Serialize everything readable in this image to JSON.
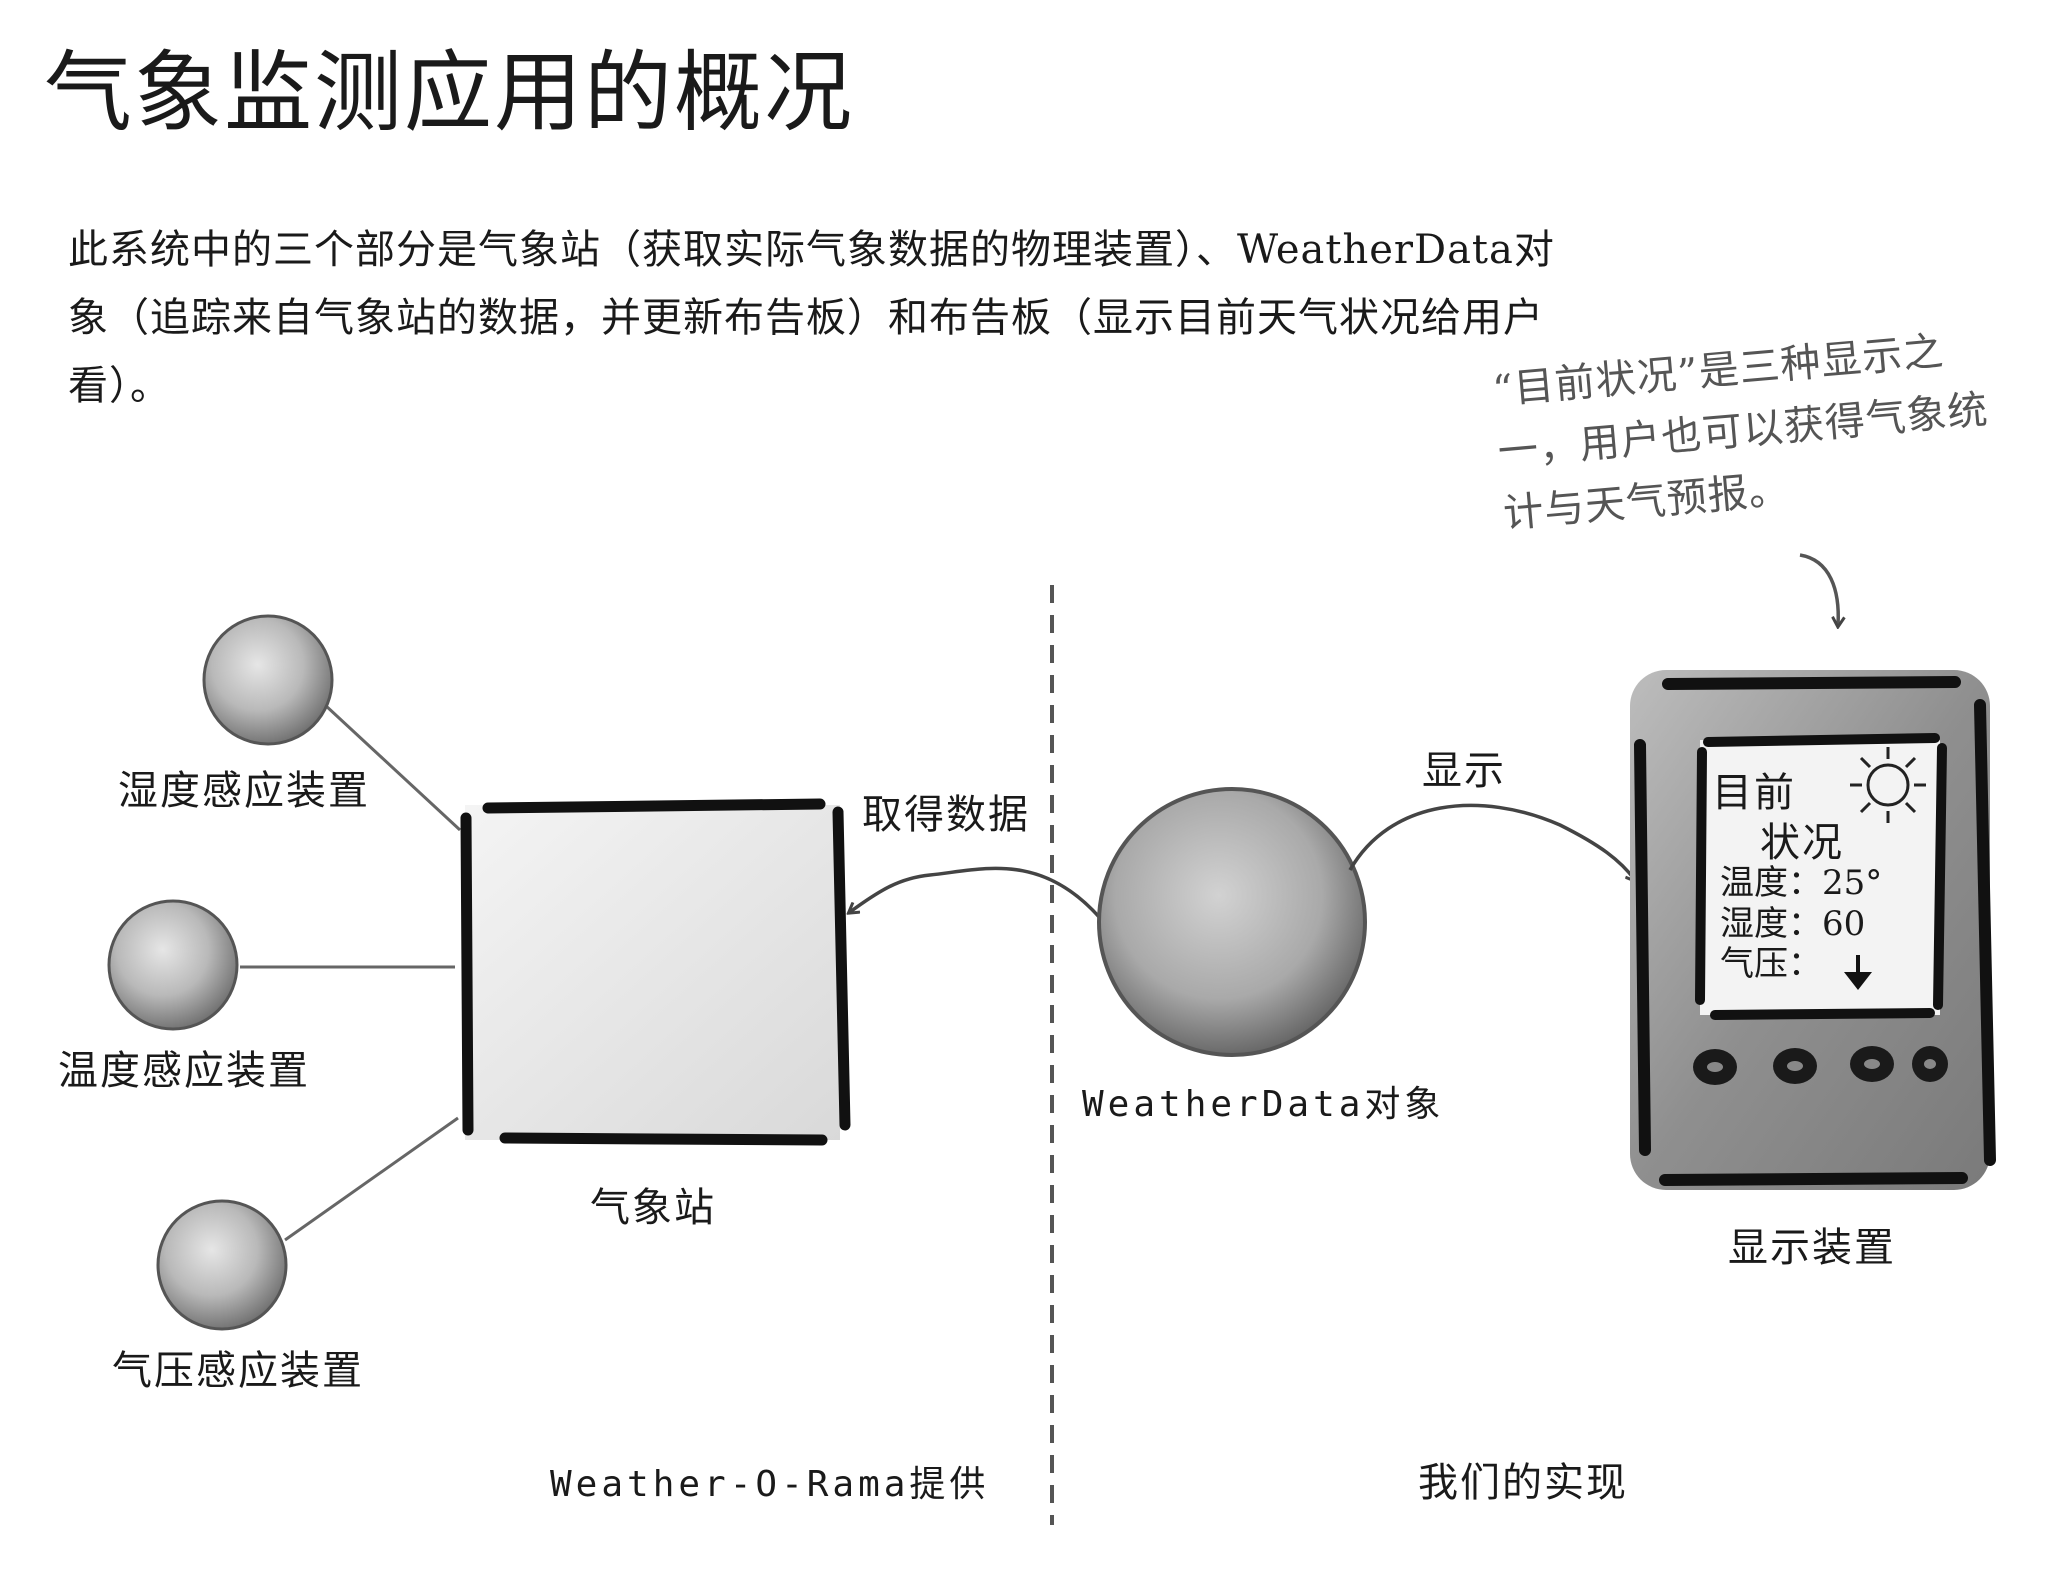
{
  "title": "气象监测应用的概况",
  "intro": "此系统中的三个部分是气象站（获取实际气象数据的物理装置）、WeatherData对象（追踪来自气象站的数据，并更新布告板）和布告板（显示目前天气状况给用户看）。",
  "note": "“目前状况”是三种显示之一，用户也可以获得气象统计与天气预报。",
  "sensors": {
    "humidity": "湿度感应装置",
    "temperature": "温度感应装置",
    "pressure": "气压感应装置"
  },
  "station_label": "气象站",
  "arrow_get_data": "取得数据",
  "weatherdata_label": "WeatherData对象",
  "arrow_display": "显示",
  "display_label": "显示装置",
  "screen": {
    "heading1": "目前",
    "heading2": "状况",
    "temp": "温度：25°",
    "humidity": "湿度：60",
    "pressure": "气压："
  },
  "footer_left": "Weather-O-Rama提供",
  "footer_right": "我们的实现"
}
